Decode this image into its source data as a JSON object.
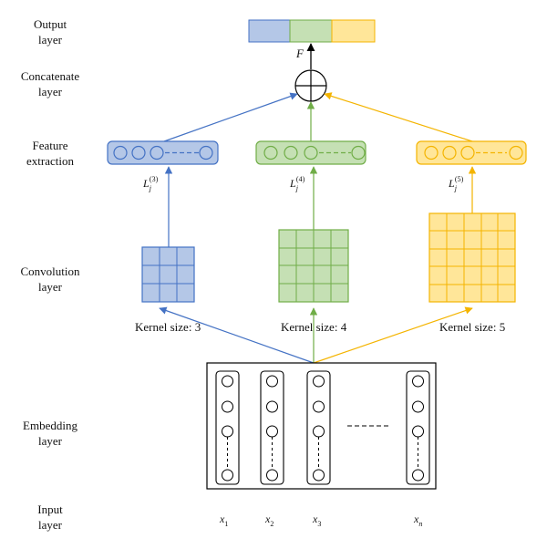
{
  "layers": {
    "output": [
      "Output",
      "layer"
    ],
    "concatenate": [
      "Concatenate",
      "layer"
    ],
    "feature": [
      "Feature",
      "extraction"
    ],
    "convolution": [
      "Convolution",
      "layer"
    ],
    "embedding": [
      "Embedding",
      "layer"
    ],
    "input": [
      "Input",
      "layer"
    ]
  },
  "output_symbol": "F",
  "features": [
    {
      "base": "L",
      "sub": "j",
      "sup": "(3)"
    },
    {
      "base": "L",
      "sub": "j",
      "sup": "(4)"
    },
    {
      "base": "L",
      "sub": "j",
      "sup": "(5)"
    }
  ],
  "kernels": [
    "Kernel size: 3",
    "Kernel size: 4",
    "Kernel size: 5"
  ],
  "inputs": [
    {
      "base": "x",
      "sub": "1"
    },
    {
      "base": "x",
      "sub": "2"
    },
    {
      "base": "x",
      "sub": "3"
    },
    {
      "base": "x",
      "sub": "n"
    }
  ],
  "colors": {
    "blue_fill": "#b4c7e7",
    "blue_stroke": "#4472c4",
    "green_fill": "#c5e0b4",
    "green_stroke": "#70ad47",
    "yellow_fill": "#ffe699",
    "yellow_stroke": "#f4b400",
    "line": "#000000"
  }
}
